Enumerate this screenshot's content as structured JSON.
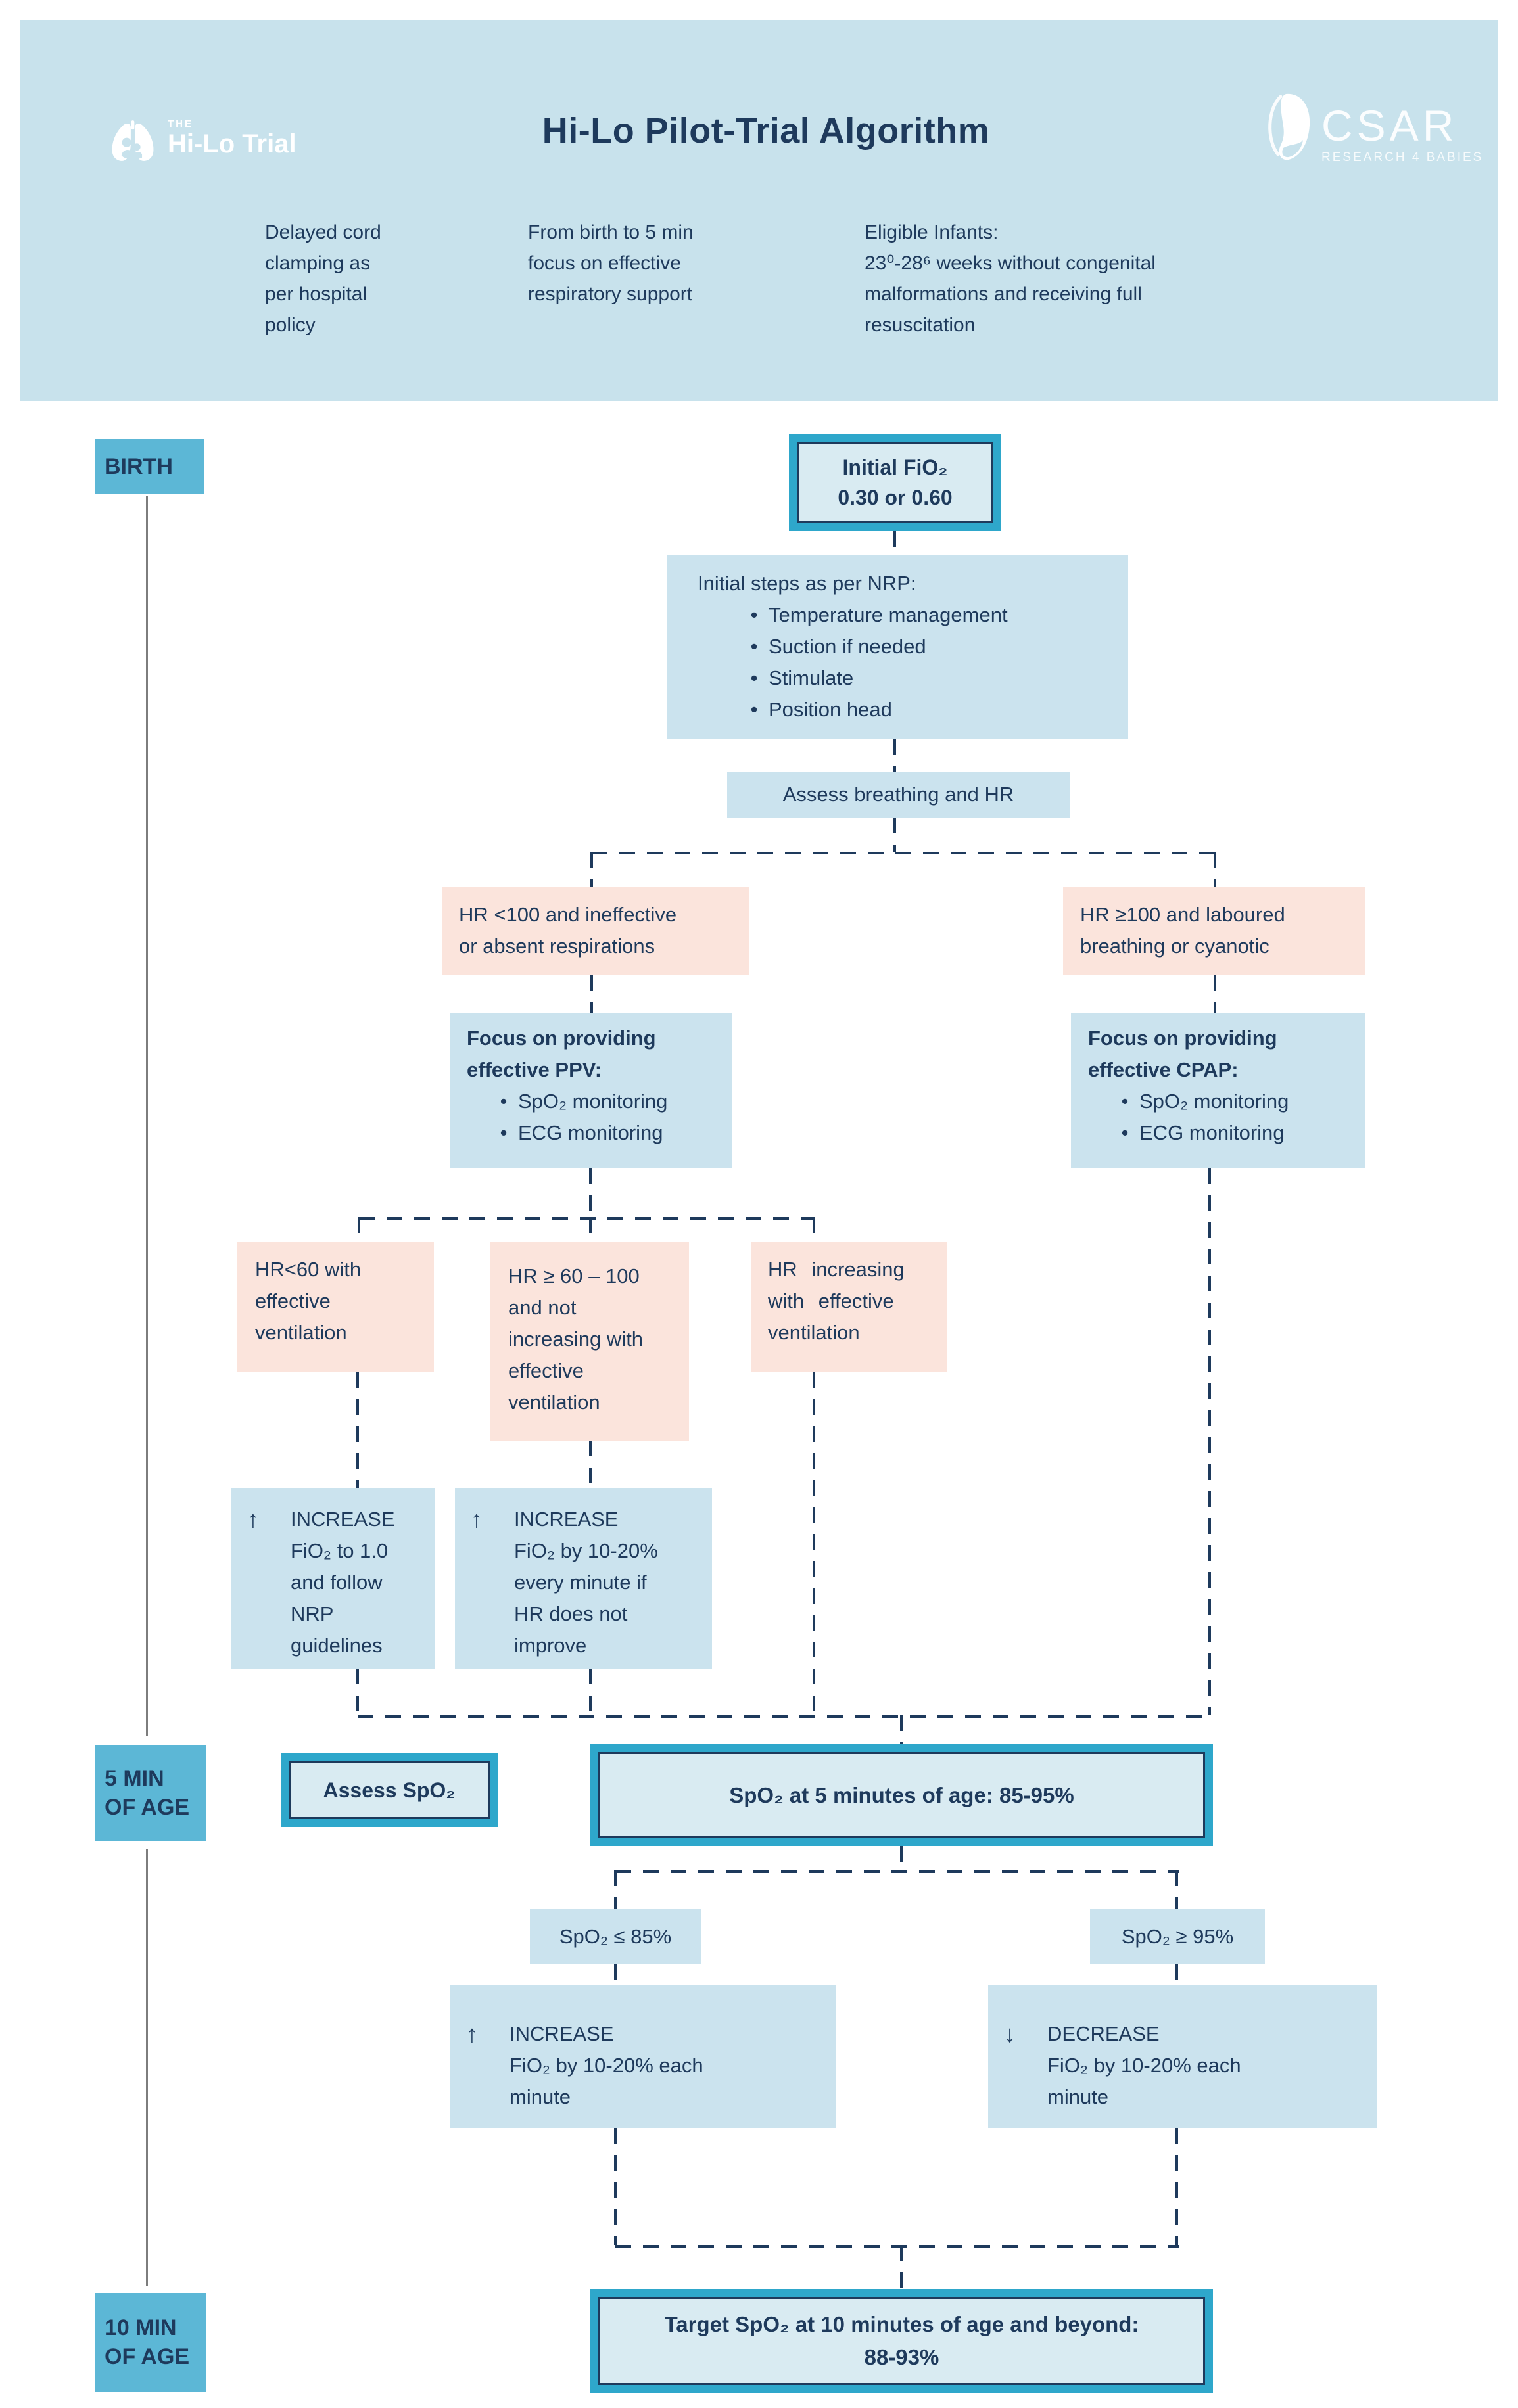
{
  "colors": {
    "banner_bg": "#c8e2ec",
    "box_blue": "#cbe3ee",
    "highlight_fill": "#d9ebf2",
    "box_pink": "#fbe4dc",
    "timeline_label_blue": "#5cb7d6",
    "teal_border": "#2ea7cb",
    "navy_text": "#1e3a5c",
    "timeline_gray": "#7d7d7d"
  },
  "header": {
    "logo_left": {
      "prefix": "THE",
      "name": "Hi-Lo Trial"
    },
    "title": "Hi-Lo Pilot-Trial Algorithm",
    "logo_right": {
      "name": "CSAR",
      "tagline": "RESEARCH 4 BABIES"
    },
    "notes": [
      {
        "text": "Delayed cord\nclamping as\nper hospital\npolicy"
      },
      {
        "text": "From birth to 5 min\nfocus on effective\nrespiratory support"
      },
      {
        "text": "Eligible Infants:\n23⁰-28⁶ weeks without congenital\nmalformations and receiving full\nresuscitation"
      }
    ]
  },
  "timeline": {
    "birth": "BIRTH",
    "five_min": "5 MIN\nOF AGE",
    "ten_min": "10 MIN\nOF AGE"
  },
  "flow": {
    "initial_fio2": "Initial FiO₂\n0.30 or 0.60",
    "nrp": {
      "title": "Initial steps as per NRP:",
      "bullets": [
        "Temperature management",
        "Suction if needed",
        "Stimulate",
        "Position head"
      ]
    },
    "assess_hr": "Assess breathing and HR",
    "hr_low": "HR <100 and ineffective\nor absent respirations",
    "hr_high": "HR ≥100 and laboured\nbreathing or cyanotic",
    "ppv": {
      "title": "Focus on providing\neffective PPV:",
      "bullets": [
        "SpO₂ monitoring",
        "ECG monitoring"
      ]
    },
    "cpap": {
      "title": "Focus on providing\neffective CPAP:",
      "bullets": [
        "SpO₂ monitoring",
        "ECG monitoring"
      ]
    },
    "hr_lt60": "HR<60 with\neffective\nventilation",
    "hr_60_100": "HR ≥ 60 – 100\nand not\nincreasing with\neffective\nventilation",
    "hr_increasing": "HR increasing\nwith effective\nventilation",
    "increase_full": {
      "arrow": "↑",
      "text": "INCREASE\nFiO₂ to 1.0\nand follow\nNRP\nguidelines"
    },
    "increase_stepwise": {
      "arrow": "↑",
      "text": "INCREASE\nFiO₂ by 10-20%\nevery minute if\nHR does not\nimprove"
    },
    "assess_spo2": "Assess SpO₂",
    "spo2_5min": "SpO₂ at 5 minutes of age: 85-95%",
    "spo2_low": "SpO₂ ≤ 85%",
    "spo2_high": "SpO₂ ≥ 95%",
    "increase_each_minute": {
      "arrow": "↑",
      "text": "INCREASE\nFiO₂ by 10-20% each\nminute"
    },
    "decrease_each_minute": {
      "arrow": "↓",
      "text": "DECREASE\nFiO₂ by 10-20% each\nminute"
    },
    "target": "Target SpO₂ at 10 minutes of age and beyond:\n88-93%"
  },
  "ui": {
    "bullet": "•"
  }
}
